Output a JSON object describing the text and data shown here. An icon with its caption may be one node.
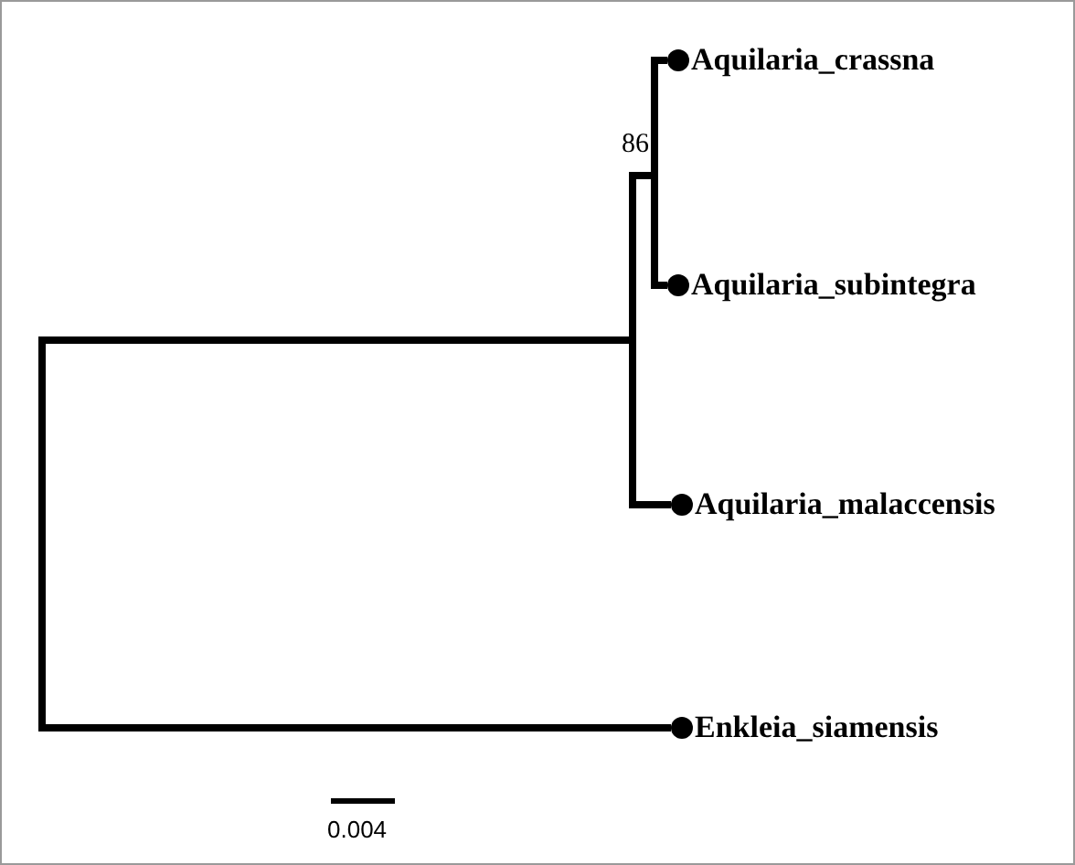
{
  "diagram": {
    "nodes": [
      {
        "text": [],
        "shape": "bar"
      },
      {
        "text": [],
        "shape": "bar"
      },
      {
        "text": [],
        "shape": "bar",
        "beside": [
          "86"
        ]
      },
      {
        "text": [
          "Aquilaria_crassna"
        ]
      },
      {
        "text": [
          "Aquilaria_subintegra"
        ]
      },
      {
        "text": [
          "Aquilaria_malaccensis"
        ]
      },
      {
        "text": [
          "Enkleia_siamensis"
        ]
      }
    ],
    "edges": [
      {
        "from": 0,
        "to": 1,
        "arrow": "none"
      },
      {
        "from": 0,
        "to": 6,
        "arrow": "none"
      },
      {
        "from": 1,
        "to": 2,
        "arrow": "none"
      },
      {
        "from": 1,
        "to": 5,
        "arrow": "none"
      },
      {
        "from": 2,
        "to": 3,
        "arrow": "none"
      },
      {
        "from": 2,
        "to": 4,
        "arrow": "none"
      }
    ],
    "labels": [
      "0.004"
    ]
  }
}
